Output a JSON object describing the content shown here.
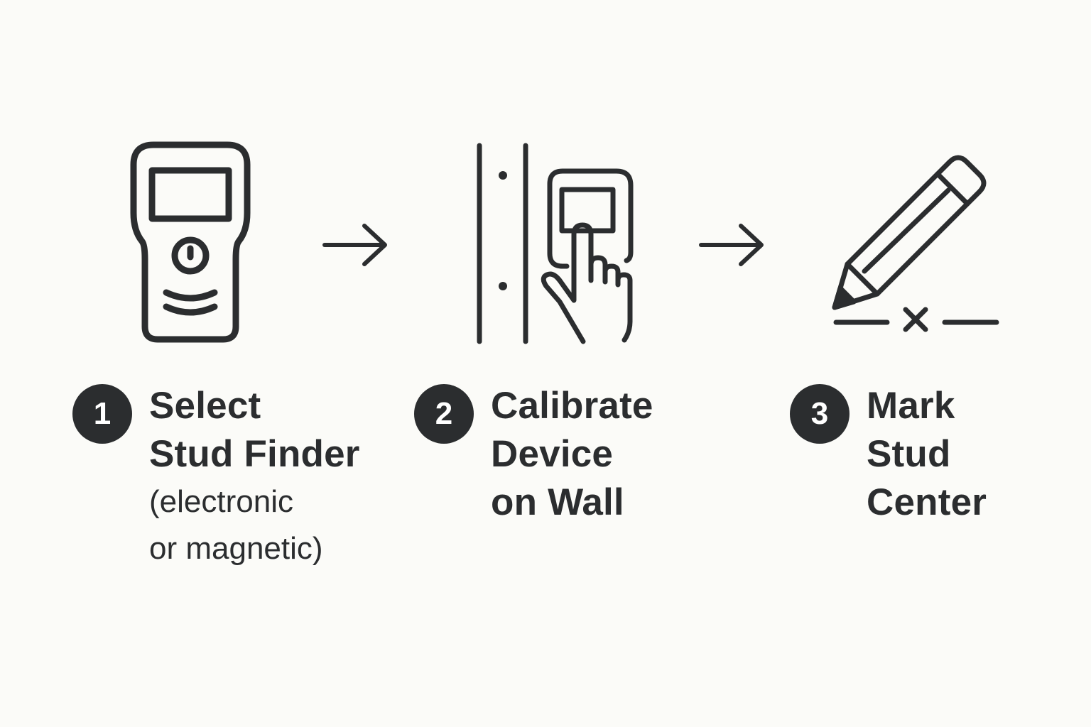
{
  "steps": [
    {
      "number": "1",
      "icon": "stud-finder-device-icon",
      "title_lines": [
        "Select",
        "Stud Finder"
      ],
      "subtitle_lines": [
        "(electronic",
        "or magnetic)"
      ]
    },
    {
      "number": "2",
      "icon": "hand-pressing-device-on-wall-icon",
      "title_lines": [
        "Calibrate",
        "Device",
        "on Wall"
      ],
      "subtitle_lines": []
    },
    {
      "number": "3",
      "icon": "pencil-marking-x-icon",
      "title_lines": [
        "Mark",
        "Stud",
        "Center"
      ],
      "subtitle_lines": []
    }
  ],
  "arrows": [
    "right-arrow-icon",
    "right-arrow-icon"
  ],
  "colors": {
    "background": "#fbfbf8",
    "ink": "#2b2d2f",
    "badge_text": "#ffffff"
  }
}
